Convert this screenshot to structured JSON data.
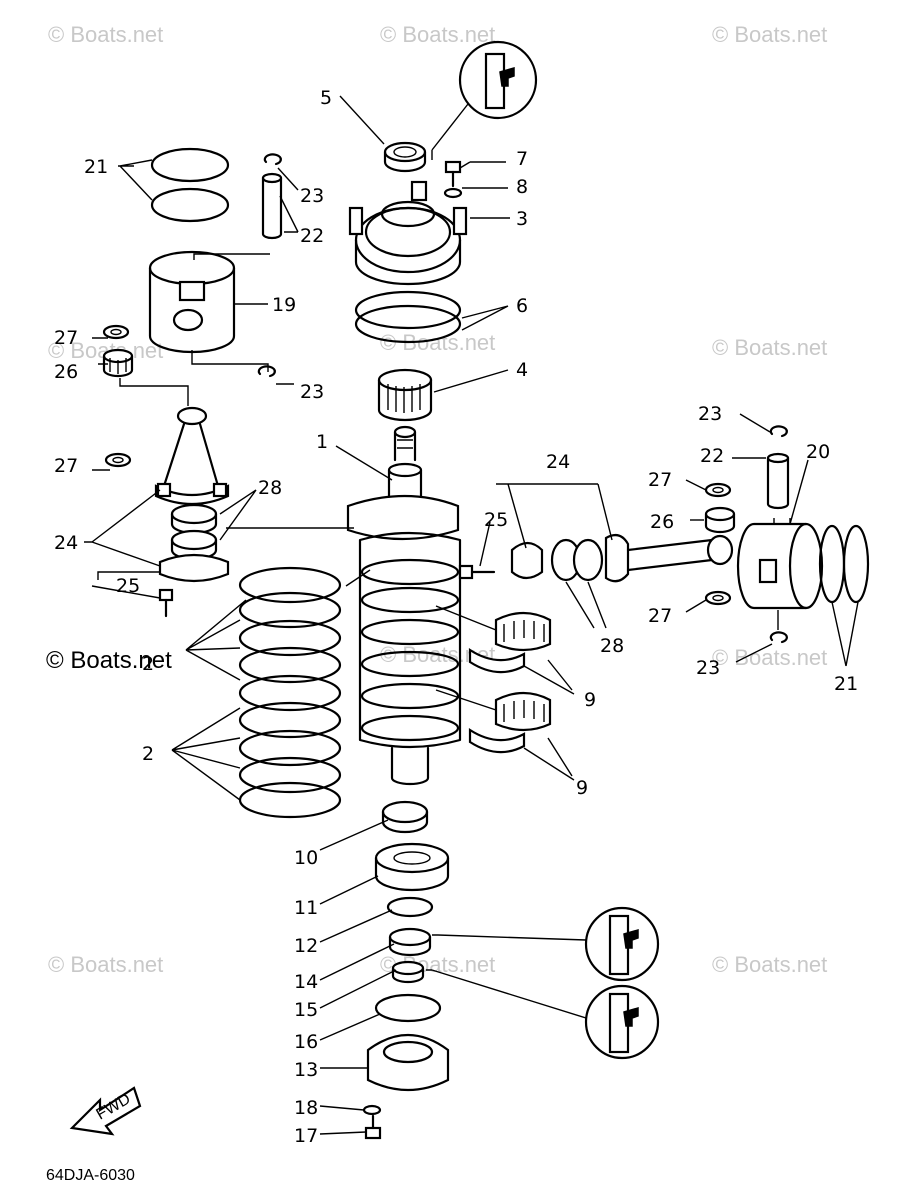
{
  "watermark": "© Boats.net",
  "diagram_code": "64DJA-6030",
  "fwd_label": "FWD",
  "labels": {
    "l1": "1",
    "l2a": "2",
    "l2b": "2",
    "l3": "3",
    "l4": "4",
    "l5": "5",
    "l6": "6",
    "l7": "7",
    "l8": "8",
    "l9a": "9",
    "l9b": "9",
    "l10": "10",
    "l11": "11",
    "l12": "12",
    "l13": "13",
    "l14": "14",
    "l15": "15",
    "l16": "16",
    "l17": "17",
    "l18": "18",
    "l19": "19",
    "l20": "20",
    "l21a": "21",
    "l21b": "21",
    "l22a": "22",
    "l22b": "22",
    "l23a": "23",
    "l23b": "23",
    "l23c": "23",
    "l23d": "23",
    "l24a": "24",
    "l24b": "24",
    "l25a": "25",
    "l25b": "25",
    "l26a": "26",
    "l26b": "26",
    "l27a": "27",
    "l27b": "27",
    "l27c": "27",
    "l27d": "27",
    "l28a": "28",
    "l28b": "28"
  }
}
